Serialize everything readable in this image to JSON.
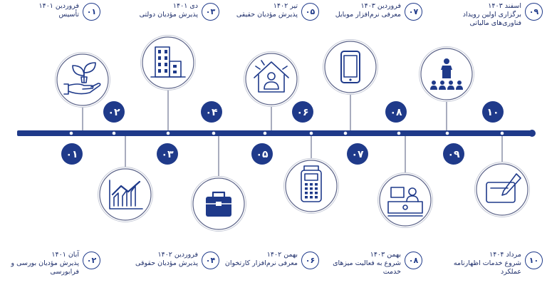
{
  "milestones": [
    {
      "num": "۰۱",
      "date": "فروردین ۱۴۰۱",
      "title": "تأسیس",
      "icon": "hand-plant-icon"
    },
    {
      "num": "۰۲",
      "date": "آبان ۱۴۰۱",
      "title": "پذیرش مؤدیان بورسی و فرابورسی",
      "icon": "chart-icon"
    },
    {
      "num": "۰۳",
      "date": "دی ۱۴۰۱",
      "title": "پذیرش مؤدیان دولتی",
      "icon": "building-icon"
    },
    {
      "num": "۰۴",
      "date": "فروردین ۱۴۰۲",
      "title": "پذیرش مؤدیان حقوقی",
      "icon": "briefcase-icon"
    },
    {
      "num": "۰۵",
      "date": "تیر ۱۴۰۲",
      "title": "پذیرش مؤدیان حقیقی",
      "icon": "house-person-icon"
    },
    {
      "num": "۰۶",
      "date": "بهمن ۱۴۰۲",
      "title": "معرفی نرم‌افزار کارتخوان",
      "icon": "pos-terminal-icon"
    },
    {
      "num": "۰۷",
      "date": "فروردین ۱۴۰۳",
      "title": "معرفی نرم‌افزار موبایل",
      "icon": "mobile-icon"
    },
    {
      "num": "۰۸",
      "date": "بهمن ۱۴۰۳",
      "title": "شروع به فعالیت میزهای خدمت",
      "icon": "service-desk-icon"
    },
    {
      "num": "۰۹",
      "date": "اسفند ۱۴۰۳",
      "title": "برگزاری اولین رویداد فناوری‌های مالیاتی",
      "icon": "presentation-icon"
    },
    {
      "num": "۱۰",
      "date": "مرداد ۱۴۰۴",
      "title": "شروع خدمات اظهارنامه عملکرد",
      "icon": "pen-tablet-icon"
    }
  ],
  "colors": {
    "navy": "#1f3a8a",
    "line": "#6e7593",
    "text": "#1f2f6b"
  }
}
